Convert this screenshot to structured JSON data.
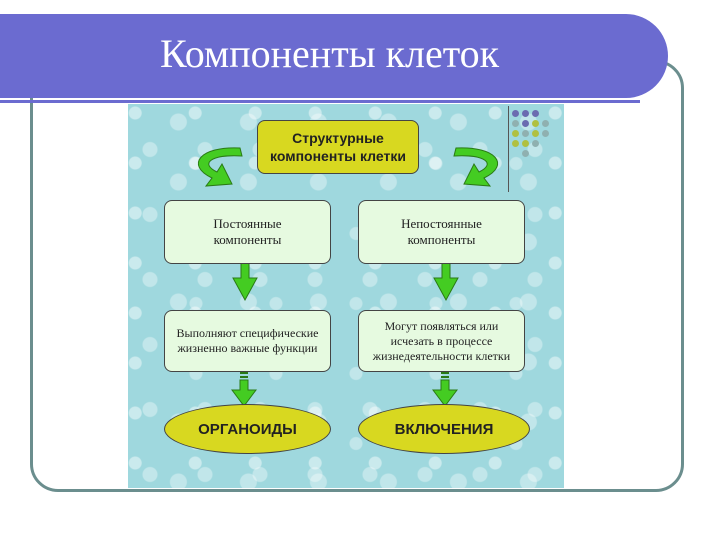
{
  "slide": {
    "title": "Компоненты клеток"
  },
  "diagram": {
    "root": "Структурные компоненты клетки",
    "left": {
      "category": "Постоянные компоненты",
      "description": "Выполняют специфические жизненно важные функции",
      "result": "ОРГАНОИДЫ"
    },
    "right": {
      "category": "Непостоянные компоненты",
      "description": "Могут появляться или исчезать в процессе жизнедеятельности клетки",
      "result": "ВКЛЮЧЕНИЯ"
    }
  },
  "colors": {
    "title_bar": "#6b6bd0",
    "panel": "#9fd8de",
    "box_fill": "#e6fae0",
    "accent_yellow": "#d8d820",
    "arrow_green": "#44cc22"
  }
}
